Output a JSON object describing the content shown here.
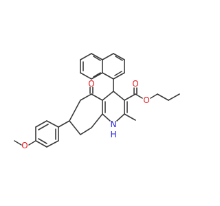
{
  "structure": {
    "atom_labels": {
      "ketone_oxygen": "O",
      "ester_carbonyl_oxygen": "O",
      "ester_oxygen": "O",
      "methoxy_oxygen": "O",
      "ring_nitrogen": "N",
      "ring_nitrogen_hydrogen": "H"
    }
  },
  "colors": {
    "oxygen": "#e8161b",
    "nitrogen": "#1a1ae0",
    "bond": "#3a3a3a",
    "background": "#ffffff"
  }
}
